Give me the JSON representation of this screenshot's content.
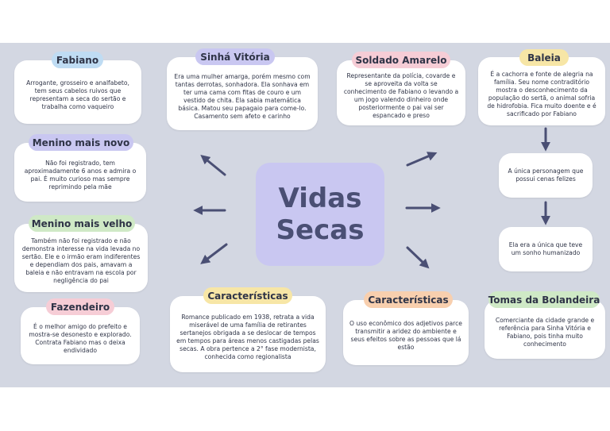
{
  "center": {
    "line1": "Vidas",
    "line2": "Secas"
  },
  "nodes": {
    "fabiano": {
      "title": "Fabiano",
      "text": "Arrogante, grosseiro e analfabeto, tem seus cabelos ruivos que representam a seca do sertão e trabalha como vaqueiro"
    },
    "sinha_vitoria": {
      "title": "Sinhá Vitória",
      "text": "Era uma mulher amarga, porém mesmo com tantas derrotas, sonhadora. Ela sonhava em ter uma cama com fitas de couro e um vestido de chita. Ela sabia matemática básica. Matou seu papagaio para come-lo. Casamento sem afeto e carinho"
    },
    "soldado_amarelo": {
      "title": "Soldado Amarelo",
      "text": "Representante da polícia, covarde e se aproveita da volta se conhecimento de Fabiano o levando a um jogo valendo dinheiro onde posteriormente o pai vai ser espancado e preso"
    },
    "baleia": {
      "title": "Baleia",
      "text": "É a cachorra e fonte de alegria na família. Seu nome contraditório mostra o desconhecimento da população do sertã, o animal sofria de hidrofobia. Fica muito doente e é sacrificado por Fabiano"
    },
    "baleia_2": {
      "text": "A única personagem que possui cenas felizes"
    },
    "baleia_3": {
      "text": "Ela era a única que teve um sonho humanizado"
    },
    "menino_novo": {
      "title": "Menino mais novo",
      "text": "Não foi registrado, tem aproximadamente 6 anos e admira o pai. É muito curioso mas sempre reprimindo pela mãe"
    },
    "menino_velho": {
      "title": "Menino mais velho",
      "text": "Também não foi registrado e não demonstra interesse na vida levada no sertão. Ele e o irmão eram indiferentes e dependiam dos pais, amavam a baleia e não entravam na escola por negligência do pai"
    },
    "fazendeiro": {
      "title": "Fazendeiro",
      "text": "É o melhor amigo do prefeito e mostra-se desonesto e explorado. Contrata Fabiano mas o deixa endividado"
    },
    "caracteristicas_1": {
      "title": "Características",
      "text": "Romance publicado em 1938, retrata a vida miserável de uma família de retirantes sertanejos obrigada a se deslocar de tempos em tempos para áreas menos castigadas pelas secas. A obra pertence a 2° fase modernista, conhecida como regionalista"
    },
    "caracteristicas_2": {
      "title": "Características",
      "text": "O uso econômico dos adjetivos parce transmitir a aridez do ambiente e seus efeitos sobre as pessoas que lá estão"
    },
    "tomas": {
      "title": "Tomas da Bolandeira",
      "text": "Comerciante da cidade grande e referência para Sinha Vitória e Fabiano, pois tinha muito conhecimento"
    }
  }
}
